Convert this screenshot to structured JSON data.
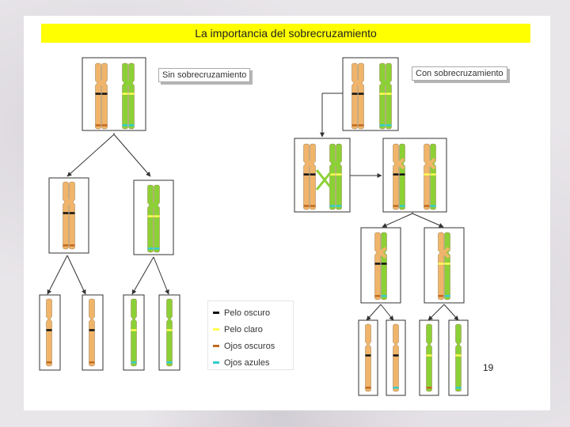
{
  "title": "La importancia del sobrecruzamiento",
  "labels": {
    "without_crossover": "Sin sobrecruzamiento",
    "with_crossover": "Con sobrecruzamiento"
  },
  "legend": [
    {
      "label": "Pelo oscuro",
      "color": "#111111"
    },
    {
      "label": "Pelo claro",
      "color": "#ffff55"
    },
    {
      "label": "Ojos oscuros",
      "color": "#c06a20"
    },
    {
      "label": "Ojos azules",
      "color": "#33cccc"
    }
  ],
  "page_number": "19",
  "colors": {
    "orange_chromosome": "#f0b56a",
    "green_chromosome": "#8bd135",
    "title_background": "#ffff00"
  }
}
